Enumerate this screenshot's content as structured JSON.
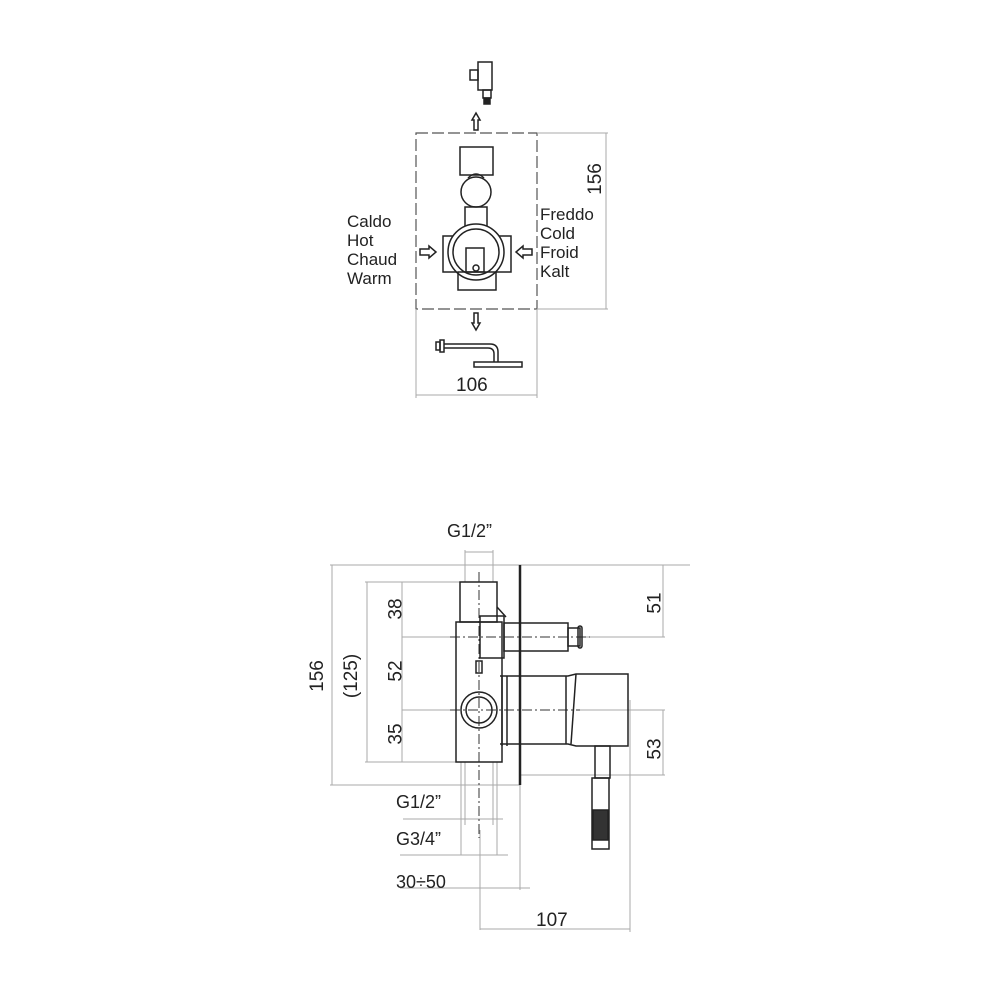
{
  "top_view": {
    "hot_labels": [
      "Caldo",
      "Hot",
      "Chaud",
      "Warm"
    ],
    "cold_labels": [
      "Freddo",
      "Cold",
      "Froid",
      "Kalt"
    ],
    "height_dim": "156",
    "width_dim": "106",
    "outlet_top": "hand-shower",
    "outlet_bottom": "shower-head"
  },
  "side_view": {
    "top_thread": "G1/2”",
    "total_height": "156",
    "body_height": "(125)",
    "seg_top": "38",
    "seg_mid": "52",
    "seg_bottom": "35",
    "right_top": "51",
    "right_bottom": "53",
    "bottom_thread_1": "G1/2”",
    "bottom_thread_2": "G3/4”",
    "depth_range": "30÷50",
    "projection": "107"
  },
  "colors": {
    "line": "#222222",
    "dim": "#aaaaaa"
  }
}
